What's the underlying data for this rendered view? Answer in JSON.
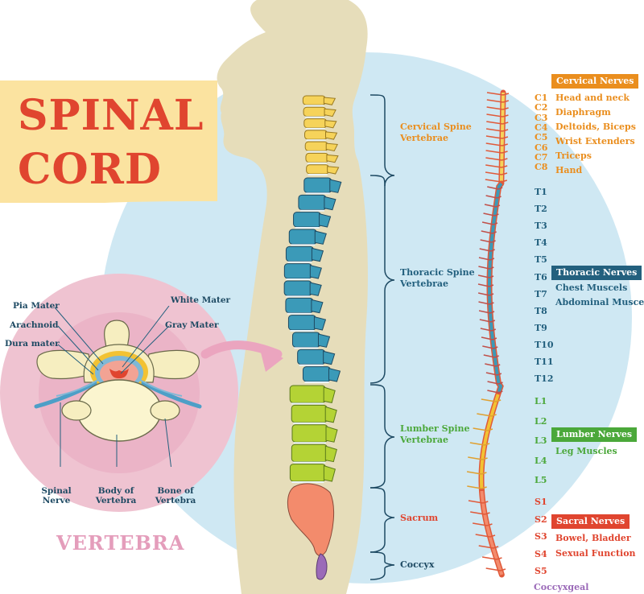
{
  "title": {
    "line1": "SPINAL",
    "line2": "CORD"
  },
  "vertebra": {
    "title": "VERTEBRA",
    "labels": {
      "pia_mater": "Pia Mater",
      "arachnoid": "Arachnoid",
      "dura_mater": "Dura mater",
      "white_mater": "White Mater",
      "gray_mater": "Gray Mater",
      "spinal_nerve": [
        "Spinal",
        "Nerve"
      ],
      "body_of_vertebra": [
        "Body of",
        "Vertebra"
      ],
      "bone_of_vertebra": [
        "Bone of",
        "Vertebra"
      ]
    }
  },
  "spine_regions": {
    "cervical": [
      "Cervical Spine",
      "Vertebrae"
    ],
    "thoracic": [
      "Thoracic Spine",
      "Vertebrae"
    ],
    "lumbar": [
      "Lumber Spine",
      "Vertebrae"
    ],
    "sacrum": "Sacrum",
    "coccyx": "Coccyx"
  },
  "nerves": {
    "cervical": {
      "tag": "Cervical Nerves",
      "codes": [
        "C1",
        "C2",
        "C3",
        "C4",
        "C5",
        "C6",
        "C7",
        "C8"
      ],
      "functions": [
        "Head and neck",
        "Diaphragm",
        "Deltoids, Biceps",
        "Wrist Extenders",
        "Triceps",
        "Hand"
      ]
    },
    "thoracic": {
      "tag": "Thoracic Nerves",
      "codes": [
        "T1",
        "T2",
        "T3",
        "T4",
        "T5",
        "T6",
        "T7",
        "T8",
        "T9",
        "T10",
        "T11",
        "T12"
      ],
      "functions": [
        "Chest Muscels",
        "Abdominal Muscels"
      ]
    },
    "lumbar": {
      "tag": "Lumber Nerves",
      "codes": [
        "L1",
        "L2",
        "L3",
        "L4",
        "L5"
      ],
      "functions": [
        "Leg Muscles"
      ]
    },
    "sacral": {
      "tag": "Sacral Nerves",
      "codes": [
        "S1",
        "S2",
        "S3",
        "S4",
        "S5"
      ],
      "functions": [
        "Bowel, Bladder",
        "Sexual Function"
      ]
    },
    "coccygeal": "Coccyxgeal"
  },
  "colors": {
    "title_red": "#e0452f",
    "title_bg": "#fbe3a0",
    "circle_blue": "#cfe8f3",
    "silhouette": "#e6ddba",
    "cervical": "#f6d35a",
    "thoracic": "#3b9ab8",
    "lumbar": "#b4d335",
    "sacrum": "#f38b6c",
    "coccyx": "#9b6ab8",
    "vertebra_pink": "#efc3d1"
  }
}
